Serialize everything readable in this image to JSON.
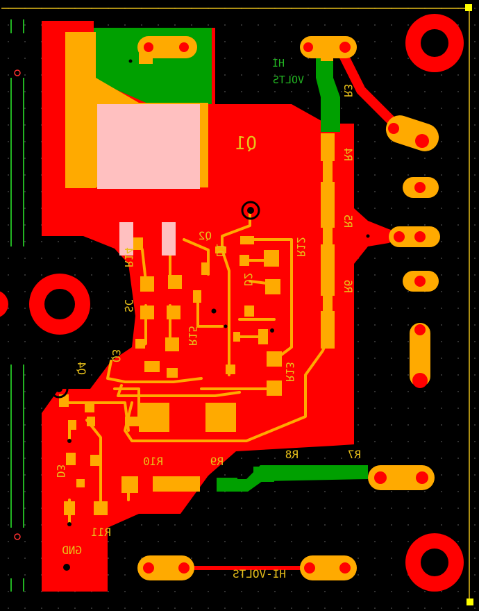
{
  "colors": {
    "background": "#000000",
    "copper_pour": "#ff0000",
    "pad": "#ffaa00",
    "green_layer": "#00a000",
    "heatsink": "#ffc0c0",
    "silkscreen": "#e8c01a",
    "mounting_hole": "#ff0000"
  },
  "labels": {
    "q1": "Q1",
    "q2": "Q2",
    "q3": "Q3",
    "q4": "Q4",
    "d1": "D1",
    "d2": "D2",
    "d3": "D3",
    "r3": "R3",
    "r4": "R4",
    "r5": "R5",
    "r6": "R6",
    "r7": "R7",
    "r8": "R8",
    "r9": "R9",
    "r10": "R10",
    "r11": "R11",
    "r12": "R12",
    "r13": "R13",
    "r14": "R14",
    "r15": "R15",
    "sc": "SC",
    "gnd": "GND",
    "hi_volts_top_1": "HI",
    "hi_volts_top_2": "VOLTS",
    "hi_volts_bottom": "HI-VOLTS"
  }
}
